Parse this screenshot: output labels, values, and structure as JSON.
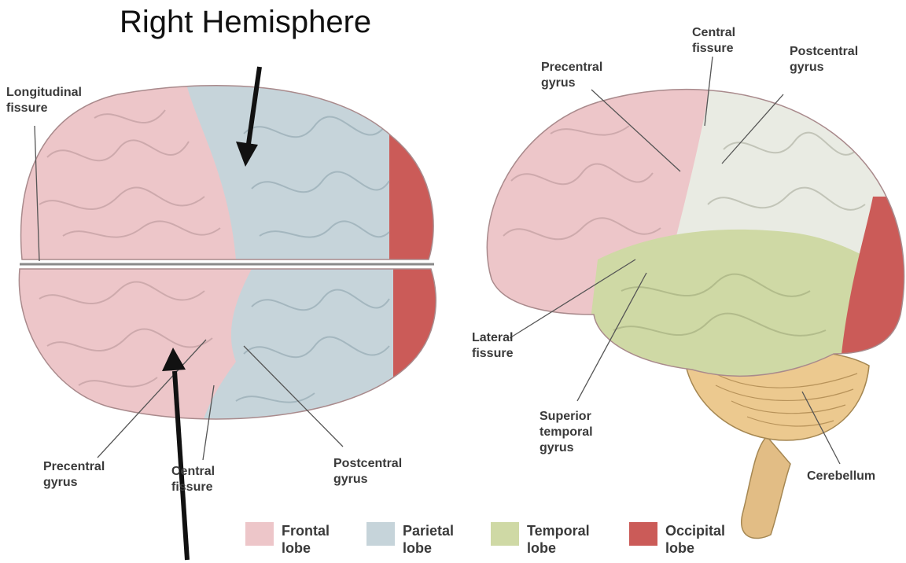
{
  "title": "Right Hemisphere",
  "colors": {
    "frontal": "#edc6c9",
    "parietal": "#c6d4da",
    "temporal": "#cfd9a5",
    "occipital": "#cb5b58",
    "parietal_lateral": "#e9ebe3",
    "cerebellum": "#ecc98f",
    "leader": "#555555",
    "arrow": "#111111"
  },
  "icons": [
    "superior-view-brain-illustration",
    "lateral-view-brain-illustration",
    "arrow-icon"
  ],
  "superior_view": {
    "labels": {
      "longitudinal_fissure": "Longitudinal\nfissure",
      "precentral_gyrus": "Precentral\ngyrus",
      "central_fissure": "Central\nfissure",
      "postcentral_gyrus": "Postcentral\ngyrus"
    }
  },
  "lateral_view": {
    "labels": {
      "central_fissure": "Central\nfissure",
      "precentral_gyrus": "Precentral\ngyrus",
      "postcentral_gyrus": "Postcentral\ngyrus",
      "lateral_fissure": "Lateral\nfissure",
      "superior_temporal_gyrus": "Superior\ntemporal\ngyrus",
      "cerebellum": "Cerebellum"
    }
  },
  "legend": [
    {
      "label": "Frontal\nlobe",
      "color": "#edc6c9"
    },
    {
      "label": "Parietal\nlobe",
      "color": "#c6d4da"
    },
    {
      "label": "Temporal\nlobe",
      "color": "#cfd9a5"
    },
    {
      "label": "Occipital\nlobe",
      "color": "#cb5b58"
    }
  ]
}
